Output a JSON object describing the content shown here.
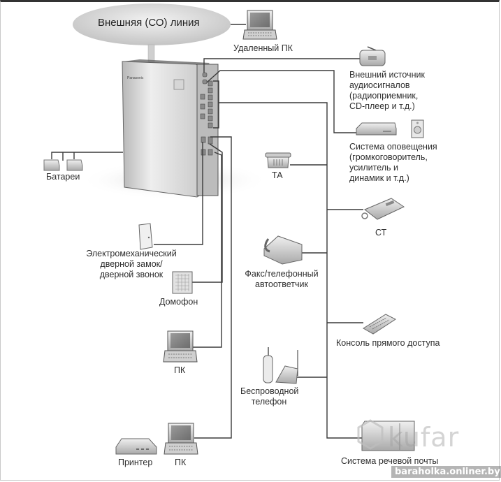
{
  "diagram": {
    "central_unit": "Panasonic PBX",
    "cloud_label": "Внешняя (СО) линия",
    "devices": {
      "remote_pc": "Удаленный ПК",
      "audio_source": "Внешний источник\nаудиосигналов\n(радиоприемник,\nCD-плеер и т.д.)",
      "paging": "Система оповещения\n(громкоговоритель,\nусилитель и\nдинамик и т.д.)",
      "batteries": "Батареи",
      "ta": "ТА",
      "st": "СТ",
      "door_lock": "Электромеханический\nдверной замок/\nдверной звонок",
      "fax": "Факс/телефонный\nавтоответчик",
      "doorphone": "Домофон",
      "dss_console": "Консоль прямого доступа",
      "pc": "ПК",
      "cordless": "Беспроводной\nтелефон",
      "printer": "Принтер",
      "pc2": "ПК",
      "voice_mail": "Система речевой почты"
    },
    "brand_text": "Panasonic"
  },
  "watermark": {
    "logo": "kufar",
    "site": "baraholka.onliner.by"
  }
}
